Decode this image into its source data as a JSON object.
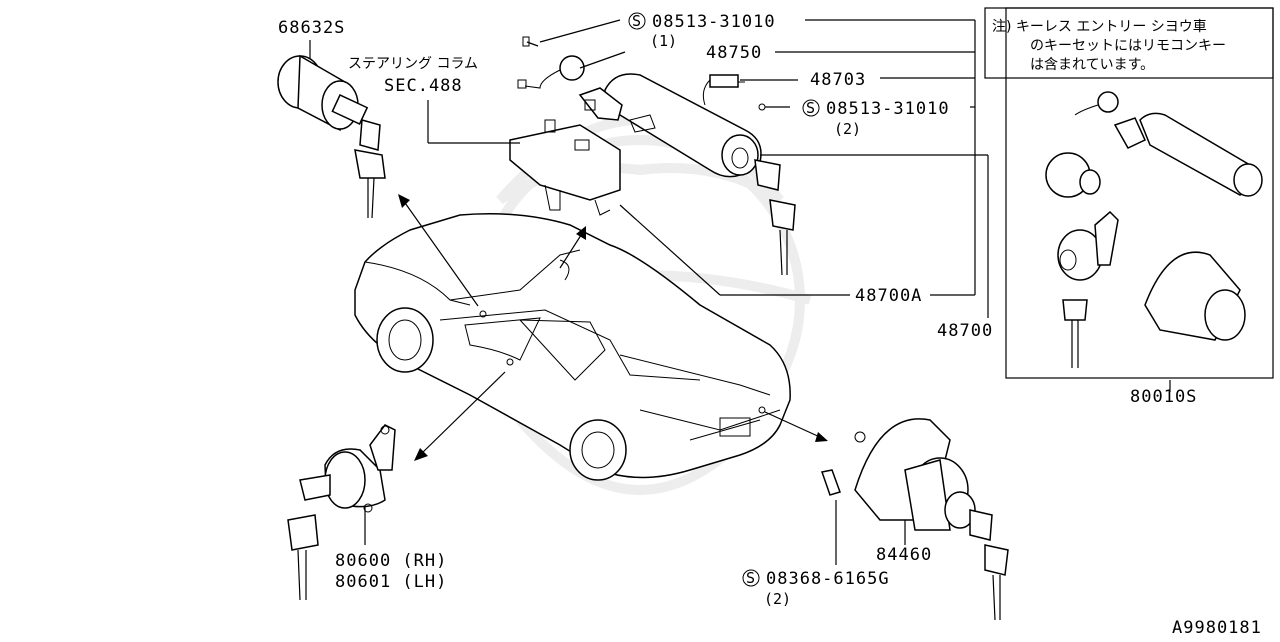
{
  "diagram": {
    "part_labels": {
      "p68632s": "68632S",
      "steering_column": "ステアリング コラム",
      "sec488": "SEC.488",
      "p08513_1": "08513-31010",
      "qty_1": "(1)",
      "p48750": "48750",
      "p48703": "48703",
      "p08513_2": "08513-31010",
      "qty_2": "(2)",
      "p48700a": "48700A",
      "p48700": "48700",
      "p80010s": "80010S",
      "p80600": "80600 (RH)",
      "p80601": "80601 (LH)",
      "p84460": "84460",
      "p08368": "08368-6165G",
      "qty_3": "(2)",
      "diagram_id": "A9980181"
    },
    "note": {
      "line1": "注) キーレス エントリー シヨウ車",
      "line2": "のキーセットにはリモコンキー",
      "line3": "は含まれています。"
    },
    "std_symbol": "S"
  }
}
